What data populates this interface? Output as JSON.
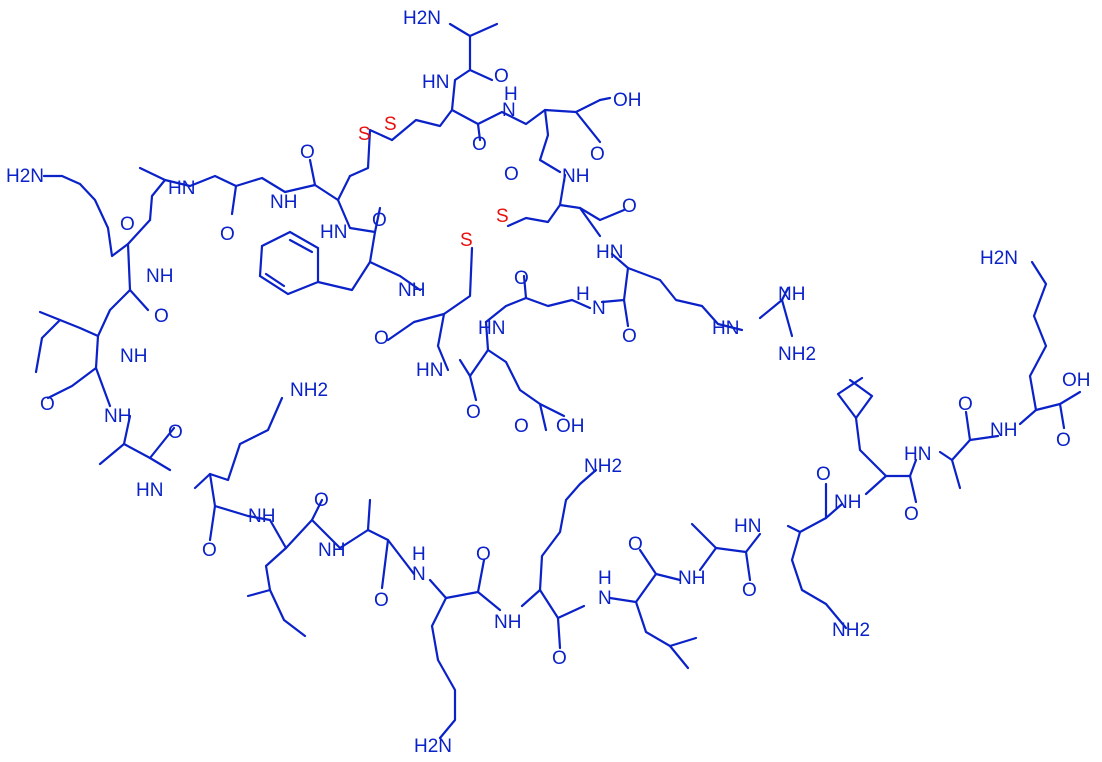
{
  "molecule": {
    "colors": {
      "backbone": "#0a22c8",
      "sulfur": "#e8110f",
      "background": "#ffffff"
    },
    "atom_labels": [
      {
        "id": "n-term",
        "text": "H2N"
      },
      {
        "id": "n-ala1",
        "text": "HN"
      },
      {
        "id": "o-ala1",
        "text": "O"
      },
      {
        "id": "n-asp1",
        "text": "N"
      },
      {
        "id": "h-asp1",
        "text": "H"
      },
      {
        "id": "oh-asp1",
        "text": "OH"
      },
      {
        "id": "o-asp1-side",
        "text": "O"
      },
      {
        "id": "o-cys1",
        "text": "O"
      },
      {
        "id": "o-asp1-back",
        "text": "O"
      },
      {
        "id": "nh-cys2",
        "text": "NH"
      },
      {
        "id": "o-cys2",
        "text": "O"
      },
      {
        "id": "s1",
        "text": "S"
      },
      {
        "id": "s2",
        "text": "S"
      },
      {
        "id": "s3",
        "text": "S"
      },
      {
        "id": "s4",
        "text": "S"
      },
      {
        "id": "nh2-lys1",
        "text": "H2N"
      },
      {
        "id": "nh-gly1",
        "text": "HN"
      },
      {
        "id": "o-gly-top",
        "text": "O"
      },
      {
        "id": "o-gly1",
        "text": "O"
      },
      {
        "id": "o-gly2",
        "text": "O"
      },
      {
        "id": "nh-gly2",
        "text": "NH"
      },
      {
        "id": "hn-cys3",
        "text": "HN"
      },
      {
        "id": "o-cys3",
        "text": "O"
      },
      {
        "id": "nh-lys1",
        "text": "NH"
      },
      {
        "id": "o-lys1",
        "text": "O"
      },
      {
        "id": "nh-phe",
        "text": "NH"
      },
      {
        "id": "o-phe",
        "text": "O"
      },
      {
        "id": "hn-arg",
        "text": "HN"
      },
      {
        "id": "o-gly3",
        "text": "O"
      },
      {
        "id": "hn-gly3",
        "text": "HN"
      },
      {
        "id": "n-arg",
        "text": "N"
      },
      {
        "id": "h-arg",
        "text": "H"
      },
      {
        "id": "o-arg",
        "text": "O"
      },
      {
        "id": "nh-guan",
        "text": "NH"
      },
      {
        "id": "hn-guan",
        "text": "HN"
      },
      {
        "id": "nh2-guan",
        "text": "NH2"
      },
      {
        "id": "hn-asp2",
        "text": "HN"
      },
      {
        "id": "o-asp2-back",
        "text": "O"
      },
      {
        "id": "o-asp2-side",
        "text": "O"
      },
      {
        "id": "oh-asp2",
        "text": "OH"
      },
      {
        "id": "nh-leu1",
        "text": "NH"
      },
      {
        "id": "o-leu1",
        "text": "O"
      },
      {
        "id": "nh-ala2",
        "text": "NH"
      },
      {
        "id": "o-ala2",
        "text": "O"
      },
      {
        "id": "hn-lys2",
        "text": "HN"
      },
      {
        "id": "nh2-lys2",
        "text": "NH2"
      },
      {
        "id": "o-lys2",
        "text": "O"
      },
      {
        "id": "nh-leu2",
        "text": "NH"
      },
      {
        "id": "o-leu2",
        "text": "O"
      },
      {
        "id": "nh-ala3",
        "text": "NH"
      },
      {
        "id": "n-lys3",
        "text": "N"
      },
      {
        "id": "h-lys3",
        "text": "H"
      },
      {
        "id": "o-ala3",
        "text": "O"
      },
      {
        "id": "o-lys3",
        "text": "O"
      },
      {
        "id": "nh2-lys3",
        "text": "H2N"
      },
      {
        "id": "nh2-lys4",
        "text": "NH2"
      },
      {
        "id": "nh-lys4",
        "text": "NH"
      },
      {
        "id": "o-lys4",
        "text": "O"
      },
      {
        "id": "n-leu3",
        "text": "N"
      },
      {
        "id": "h-leu3",
        "text": "H"
      },
      {
        "id": "o-leu3",
        "text": "O"
      },
      {
        "id": "nh-ala4",
        "text": "NH"
      },
      {
        "id": "o-ala4",
        "text": "O"
      },
      {
        "id": "hn-lys5",
        "text": "HN"
      },
      {
        "id": "nh2-lys5",
        "text": "NH2"
      },
      {
        "id": "o-lys5",
        "text": "O"
      },
      {
        "id": "nh-leu4",
        "text": "NH"
      },
      {
        "id": "o-leu4",
        "text": "O"
      },
      {
        "id": "hn-ala5",
        "text": "HN"
      },
      {
        "id": "o-ala5",
        "text": "O"
      },
      {
        "id": "nh-lys6",
        "text": "NH"
      },
      {
        "id": "oh-cterm",
        "text": "OH"
      },
      {
        "id": "o-cterm",
        "text": "O"
      },
      {
        "id": "nh2-lys6",
        "text": "H2N"
      }
    ]
  }
}
